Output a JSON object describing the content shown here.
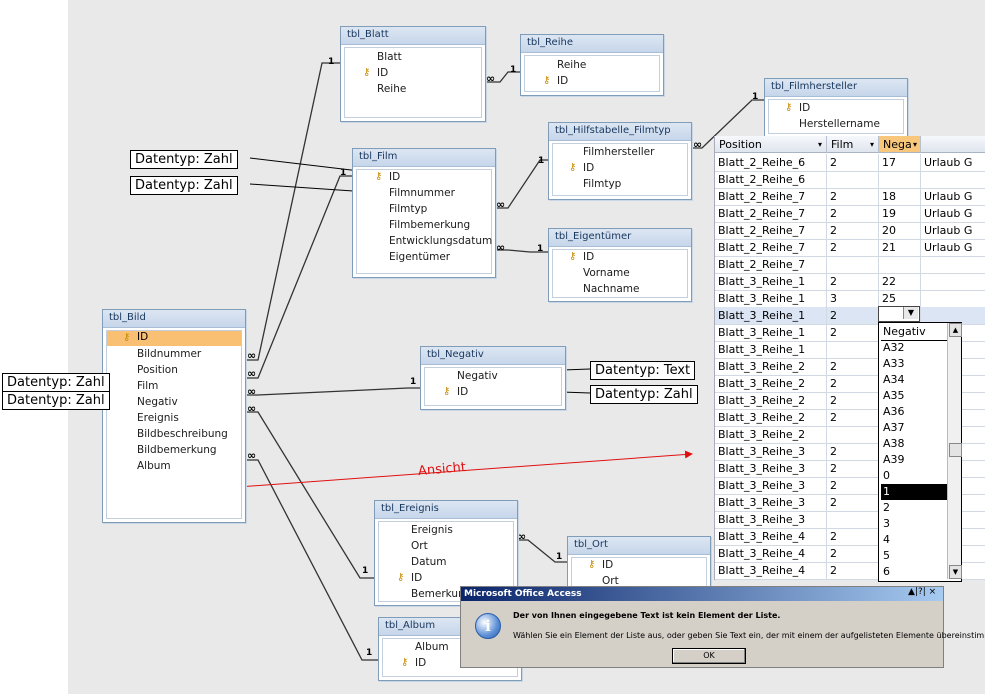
{
  "tables": {
    "blatt": {
      "title": "tbl_Blatt",
      "fields": [
        "Blatt",
        "ID",
        "Reihe"
      ]
    },
    "reihe": {
      "title": "tbl_Reihe",
      "fields": [
        "Reihe",
        "ID"
      ]
    },
    "filmhersteller": {
      "title": "tbl_Filmhersteller",
      "fields": [
        "ID",
        "Herstellername"
      ]
    },
    "hilfstabelle": {
      "title": "tbl_Hilfstabelle_Filmtyp",
      "fields": [
        "Filmhersteller",
        "ID",
        "Filmtyp"
      ]
    },
    "film": {
      "title": "tbl_Film",
      "fields": [
        "ID",
        "Filmnummer",
        "Filmtyp",
        "Filmbemerkung",
        "Entwicklungsdatum",
        "Eigentümer"
      ]
    },
    "eigentuemer": {
      "title": "tbl_Eigentümer",
      "fields": [
        "ID",
        "Vorname",
        "Nachname"
      ]
    },
    "bild": {
      "title": "tbl_Bild",
      "fields": [
        "ID",
        "Bildnummer",
        "Position",
        "Film",
        "Negativ",
        "Ereignis",
        "Bildbeschreibung",
        "Bildbemerkung",
        "Album"
      ]
    },
    "negativ": {
      "title": "tbl_Negativ",
      "fields": [
        "Negativ",
        "ID"
      ]
    },
    "ereignis": {
      "title": "tbl_Ereignis",
      "fields": [
        "Ereignis",
        "Ort",
        "Datum",
        "ID",
        "Bemerkung"
      ]
    },
    "ort": {
      "title": "tbl_Ort",
      "fields": [
        "ID",
        "Ort"
      ]
    },
    "album": {
      "title": "tbl_Album",
      "fields": [
        "Album",
        "ID"
      ]
    }
  },
  "callouts": {
    "film_id": "Datentyp:  Zahl",
    "film_nr": "Datentyp:  Zahl",
    "bild_film": "Datentyp:  Zahl",
    "bild_negativ": "Datentyp:  Zahl",
    "negativ_text": "Datentyp:  Text",
    "negativ_id": "Datentyp:  Zahl",
    "ansicht": "Ansicht"
  },
  "relation_marks": {
    "one": "1",
    "many": "∞"
  },
  "grid": {
    "headers": [
      "Position",
      "Film",
      "Nega"
    ],
    "rows": [
      [
        "Blatt_2_Reihe_6",
        "2",
        "17",
        "Urlaub G"
      ],
      [
        "Blatt_2_Reihe_6",
        "",
        "",
        ""
      ],
      [
        "Blatt_2_Reihe_7",
        "2",
        "18",
        "Urlaub G"
      ],
      [
        "Blatt_2_Reihe_7",
        "2",
        "19",
        "Urlaub G"
      ],
      [
        "Blatt_2_Reihe_7",
        "2",
        "20",
        "Urlaub G"
      ],
      [
        "Blatt_2_Reihe_7",
        "2",
        "21",
        "Urlaub G"
      ],
      [
        "Blatt_2_Reihe_7",
        "",
        "",
        ""
      ],
      [
        "Blatt_3_Reihe_1",
        "2",
        "22",
        ""
      ],
      [
        "Blatt_3_Reihe_1",
        "3",
        "25",
        ""
      ],
      [
        "Blatt_3_Reihe_1",
        "2",
        "",
        ""
      ],
      [
        "Blatt_3_Reihe_1",
        "2",
        "",
        ""
      ],
      [
        "Blatt_3_Reihe_1",
        "",
        "",
        ""
      ],
      [
        "Blatt_3_Reihe_2",
        "2",
        "",
        ""
      ],
      [
        "Blatt_3_Reihe_2",
        "2",
        "",
        ""
      ],
      [
        "Blatt_3_Reihe_2",
        "2",
        "",
        ""
      ],
      [
        "Blatt_3_Reihe_2",
        "2",
        "",
        ""
      ],
      [
        "Blatt_3_Reihe_2",
        "",
        "",
        ""
      ],
      [
        "Blatt_3_Reihe_3",
        "2",
        "",
        ""
      ],
      [
        "Blatt_3_Reihe_3",
        "2",
        "",
        ""
      ],
      [
        "Blatt_3_Reihe_3",
        "2",
        "",
        ""
      ],
      [
        "Blatt_3_Reihe_3",
        "2",
        "",
        ""
      ],
      [
        "Blatt_3_Reihe_3",
        "",
        "",
        ""
      ],
      [
        "Blatt_3_Reihe_4",
        "2",
        "",
        ""
      ],
      [
        "Blatt_3_Reihe_4",
        "2",
        "",
        ""
      ],
      [
        "Blatt_3_Reihe_4",
        "2",
        "",
        ""
      ]
    ]
  },
  "dropdown": {
    "items": [
      "Negativ",
      "A32",
      "A33",
      "A34",
      "A35",
      "A36",
      "A37",
      "A38",
      "A39",
      "0",
      "1",
      "2",
      "3",
      "4",
      "5",
      "6"
    ],
    "highlighted": "1"
  },
  "dialog": {
    "title": "Microsoft Office Access",
    "message": "Der von Ihnen eingegebene Text ist kein Element der Liste.",
    "detail": "Wählen Sie ein Element der Liste aus, oder geben Sie Text ein, der mit einem der aufgelisteten Elemente übereinstimmt.",
    "ok_label": "OK",
    "controls": "▲|?| ×"
  },
  "colors": {
    "accent_selected": "#f9c074",
    "arrow_red": "#e01010",
    "table_header": "#c6d6ea"
  }
}
